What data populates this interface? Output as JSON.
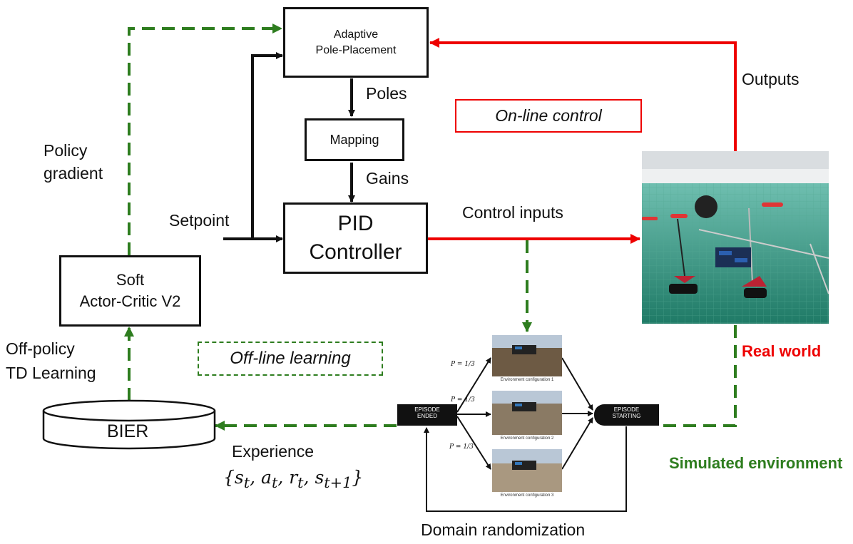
{
  "blocks": {
    "adaptive": [
      "Adaptive",
      "Pole-Placement"
    ],
    "mapping": "Mapping",
    "pid": [
      "PID",
      "Controller"
    ],
    "sac": [
      "Soft",
      "Actor-Critic V2"
    ],
    "bier": "BIER"
  },
  "labels": {
    "poles": "Poles",
    "gains": "Gains",
    "setpoint": "Setpoint",
    "policy_gradient": [
      "Policy",
      "gradient"
    ],
    "off_policy": [
      "Off-policy",
      "TD Learning"
    ],
    "online_control": "On-line control",
    "offline_learning": "Off-line learning",
    "control_inputs": "Control inputs",
    "outputs": "Outputs",
    "real_world": "Real world",
    "simulated_environment": "Simulated environment",
    "experience": "Experience",
    "experience_tuple": "{s_t, a_t, r_t, s_{t+1}}",
    "domain_randomization": "Domain randomization"
  },
  "sim": {
    "episode_ended": [
      "EPISODE",
      "ENDED"
    ],
    "episode_starting": [
      "EPISODE",
      "STARTING"
    ],
    "probability": "P = 1/3",
    "env_configs": [
      "Environment configuration 1",
      "Environment configuration 2",
      "Environment configuration 3"
    ]
  },
  "colors": {
    "control": "#ee0000",
    "learning": "#2e7d1f",
    "block": "#111111"
  }
}
